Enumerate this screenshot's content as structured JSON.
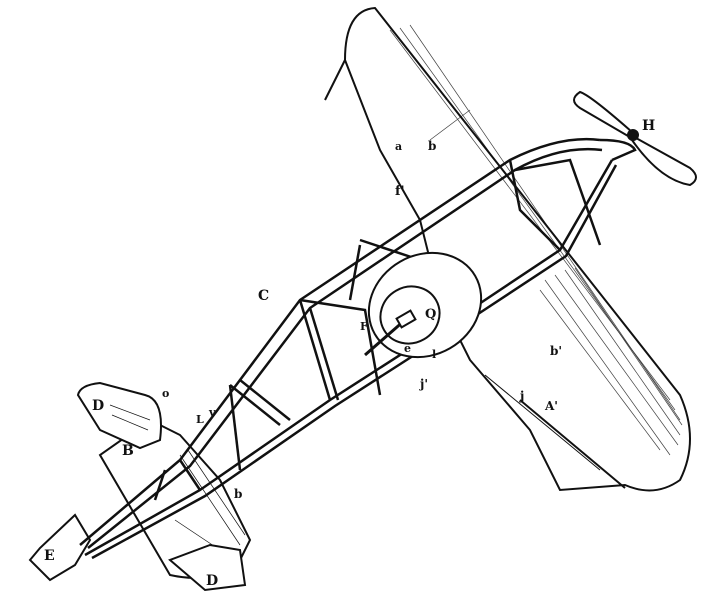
{
  "labels": {
    "H": "H",
    "C": "C",
    "D_top": "D",
    "D_bottom": "D",
    "B": "B",
    "E": "E",
    "o": "o",
    "b_top": "b",
    "b_lower": "b'",
    "b_tail": "b",
    "f_prime": "f'",
    "a_mark": "a",
    "F": "F",
    "j": "j",
    "j_prime": "j'",
    "A_prime": "A'",
    "L": "L",
    "v": "v",
    "Q": "Q",
    "e": "e",
    "l": "l"
  },
  "colors": {
    "ink": "#111111",
    "paper": "#ffffff"
  }
}
